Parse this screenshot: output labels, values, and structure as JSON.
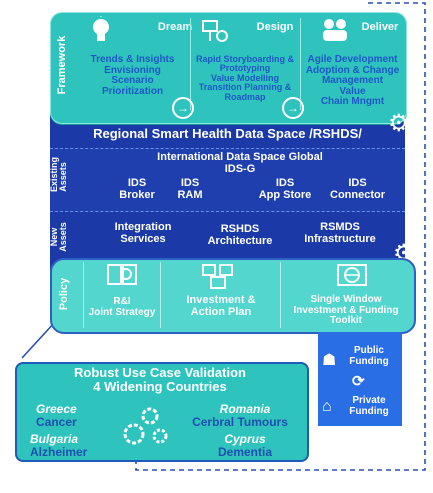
{
  "framework": {
    "side_label": "Framework",
    "columns": [
      {
        "title": "Dream",
        "items": "Trends & Insights\nEnvisioning\nScenario\nPrioritization"
      },
      {
        "title": "Design",
        "items": "Rapid Storyboarding &\nPrototyping\nValue Modelling\nTransition Planning &\nRoadmap"
      },
      {
        "title": "Deliver",
        "items": "Agile Development\nAdoption & Change\nManagement\nValue\nChain Mngmt"
      }
    ]
  },
  "rshds": {
    "title": "Regional Smart Health Data Space /RSHDS/"
  },
  "existing_assets": {
    "side_label": "Existing\nAssets",
    "title": "International Data Space Global\nIDS-G",
    "items": [
      "IDS\nBroker",
      "IDS\nRAM",
      "IDS\nApp Store",
      "IDS\nConnector"
    ]
  },
  "new_assets": {
    "side_label": "New\nAssets",
    "items": [
      "Integration\nServices",
      "RSHDS\nArchitecture",
      "RSMDS\nInfrastructure"
    ]
  },
  "policy": {
    "side_label": "Policy",
    "items": [
      "R&I\nJoint Strategy",
      "Investment &\nAction Plan",
      "Single Window\nInvestment & Funding\nToolkit"
    ]
  },
  "funding": {
    "public": "Public\nFunding",
    "private": "Private\nFunding"
  },
  "validation": {
    "title": "Robust Use Case Validation\n4 Widening Countries",
    "countries": [
      {
        "country": "Greece",
        "topic": "Cancer"
      },
      {
        "country": "Romania",
        "topic": "Cerbral Tumours"
      },
      {
        "country": "Bulgaria",
        "topic": "Alzheimer"
      },
      {
        "country": "Cyprus",
        "topic": "Dementia"
      }
    ]
  },
  "colors": {
    "teal": "#2ec4bd",
    "teal_light": "#53d6cd",
    "navy": "#1b3aa8",
    "navy_band": "#2148b8",
    "blue_text": "#1f57c6",
    "outline": "#1d4fb6"
  }
}
